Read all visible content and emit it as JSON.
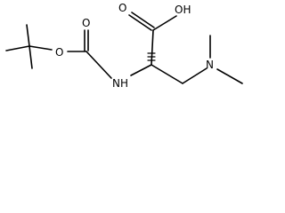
{
  "molecule": {
    "atoms": {
      "hydroxyl": "OH",
      "carbonyl_oxygen_acid": "O",
      "carbonyl_oxygen_boc": "O",
      "ester_oxygen": "O",
      "amine_nh": "NH",
      "dimethylamine_n": "N"
    }
  },
  "colors": {
    "ink": "#000000",
    "background": "#ffffff"
  }
}
